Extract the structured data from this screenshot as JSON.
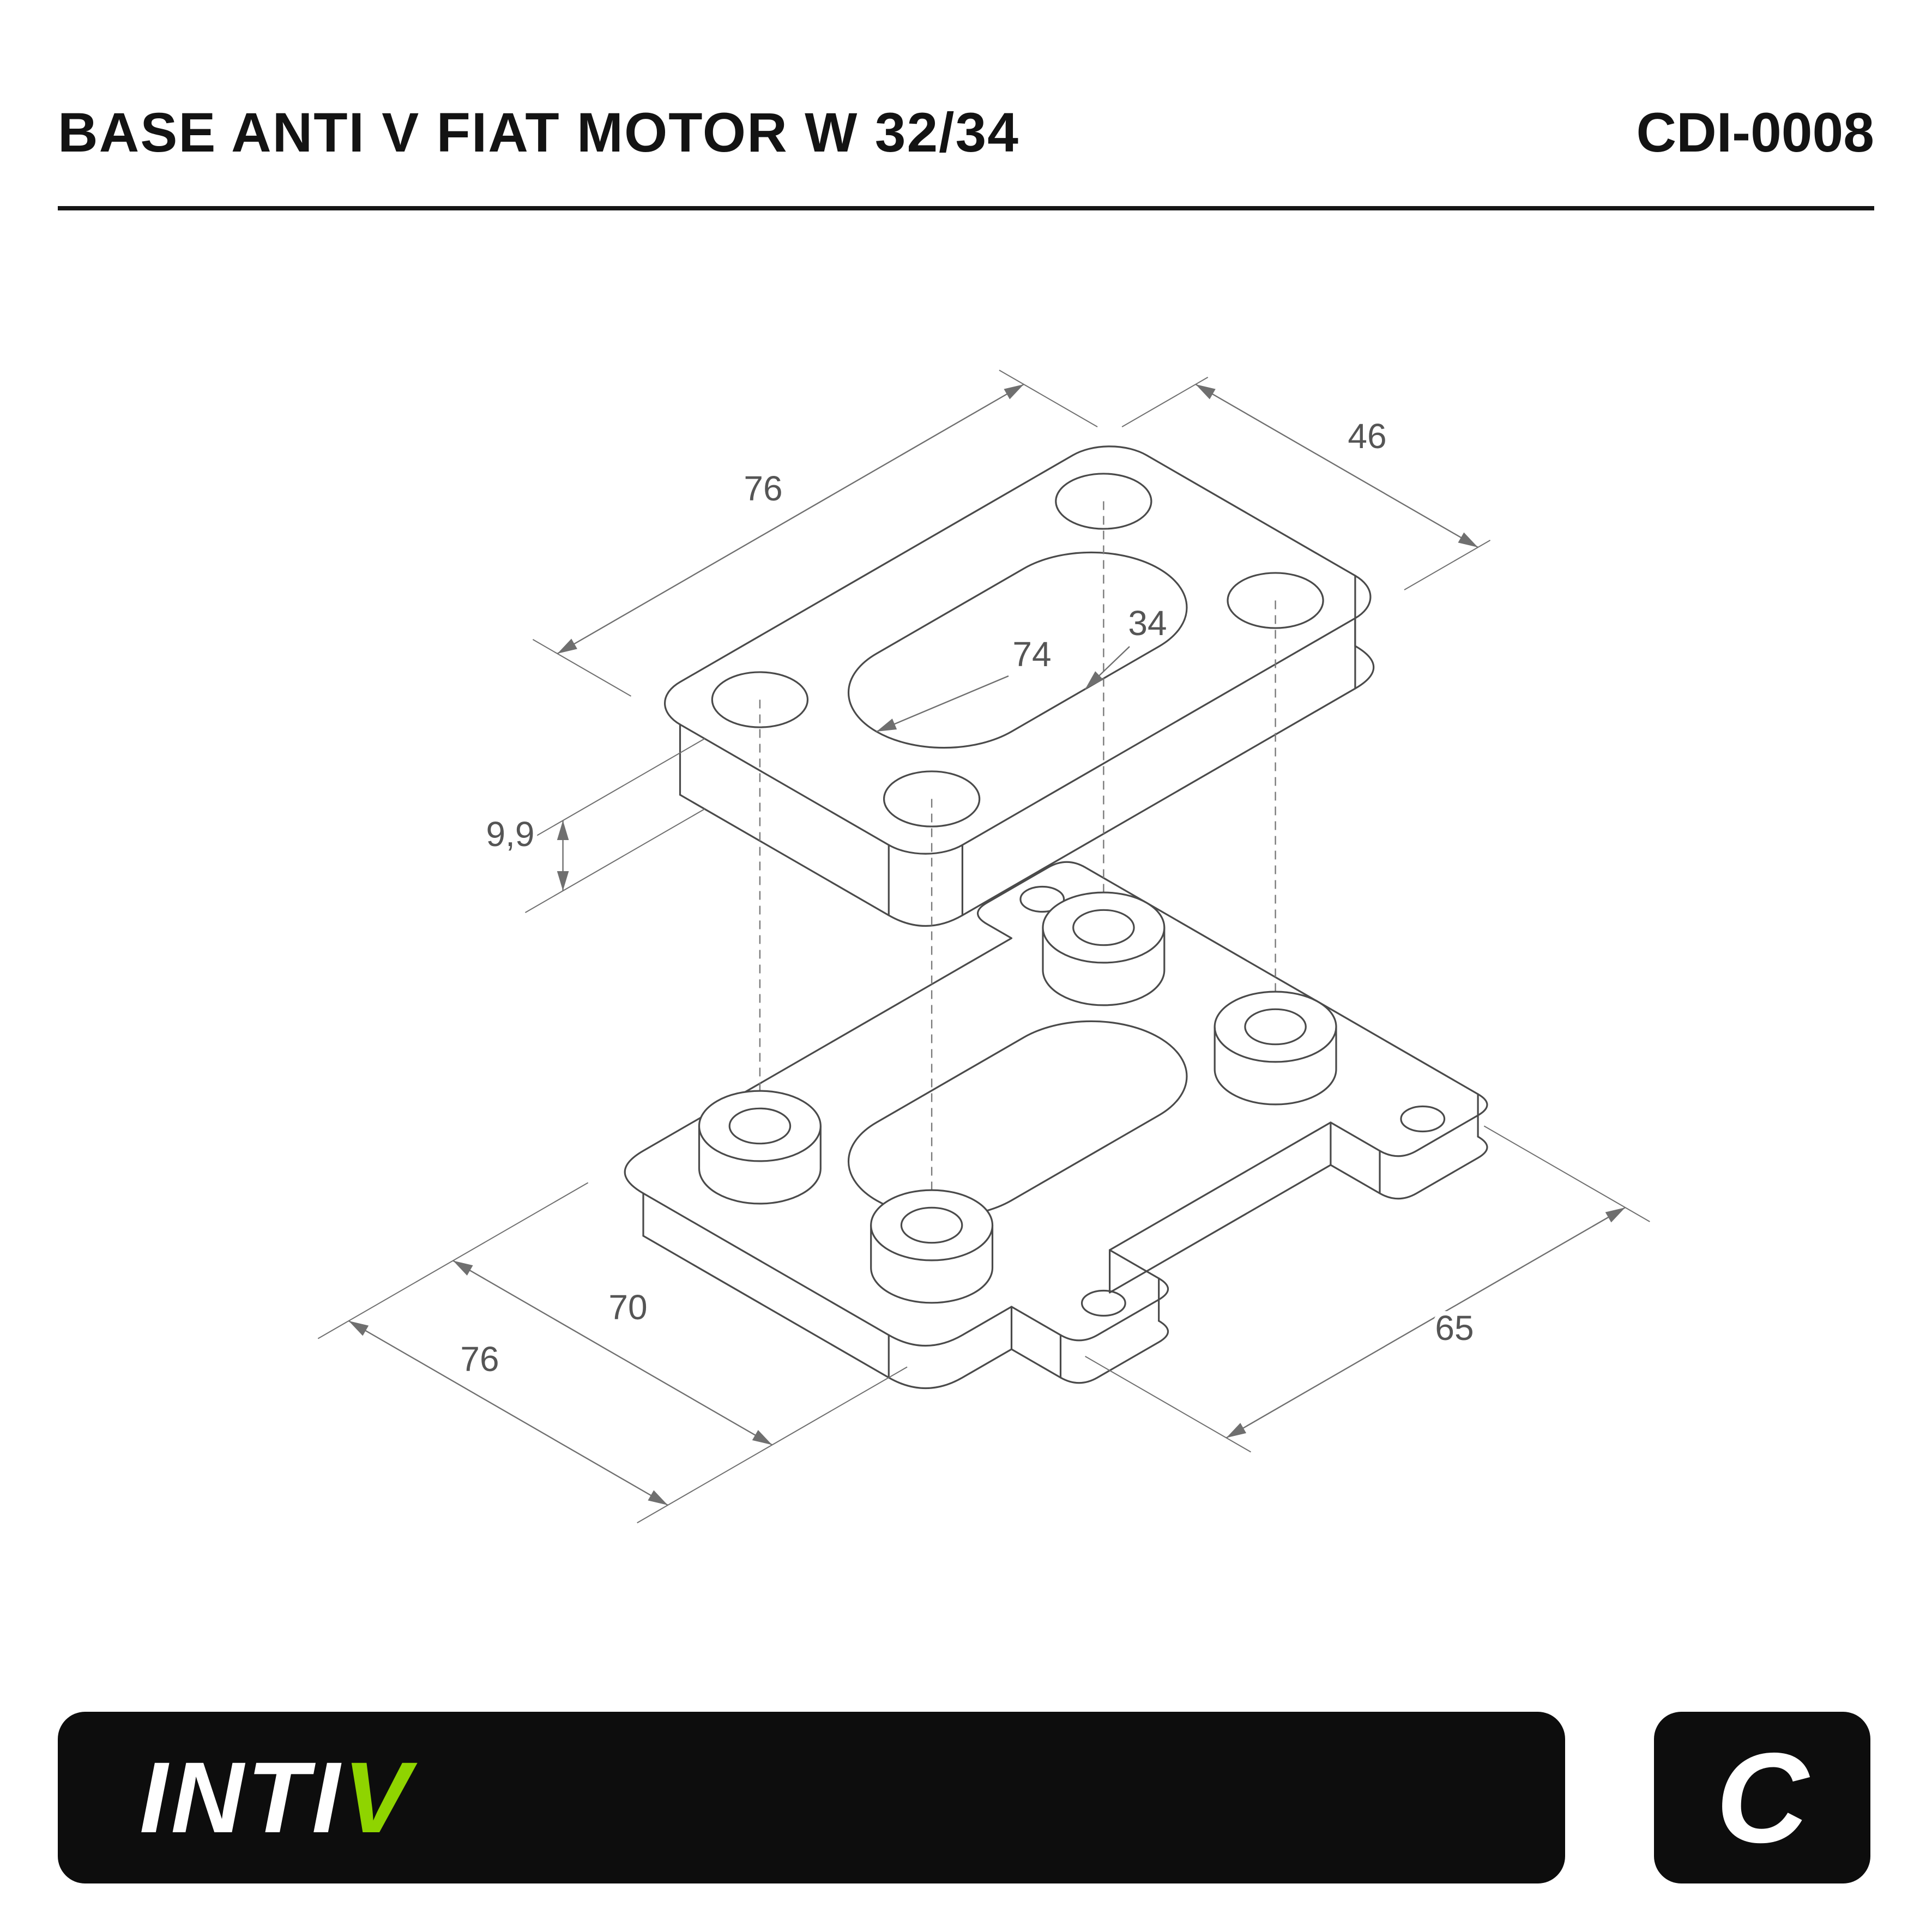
{
  "header": {
    "title": "BASE ANTI V FIAT MOTOR W 32/34",
    "part_number": "CDI-0008"
  },
  "drawing": {
    "dimensions": {
      "top_length": "76",
      "top_width": "46",
      "slot_length": "74",
      "slot_width": "34",
      "thickness": "9,9",
      "bottom_span": "70",
      "bottom_length": "76",
      "bottom_width": "65"
    }
  },
  "footer": {
    "brand_text": "INTI",
    "brand_accent": "V",
    "corner_mark": "C"
  },
  "colors": {
    "accent_green": "#8FD400",
    "line_gray": "#4a4a4a",
    "footer_black": "#0d0d0d"
  }
}
